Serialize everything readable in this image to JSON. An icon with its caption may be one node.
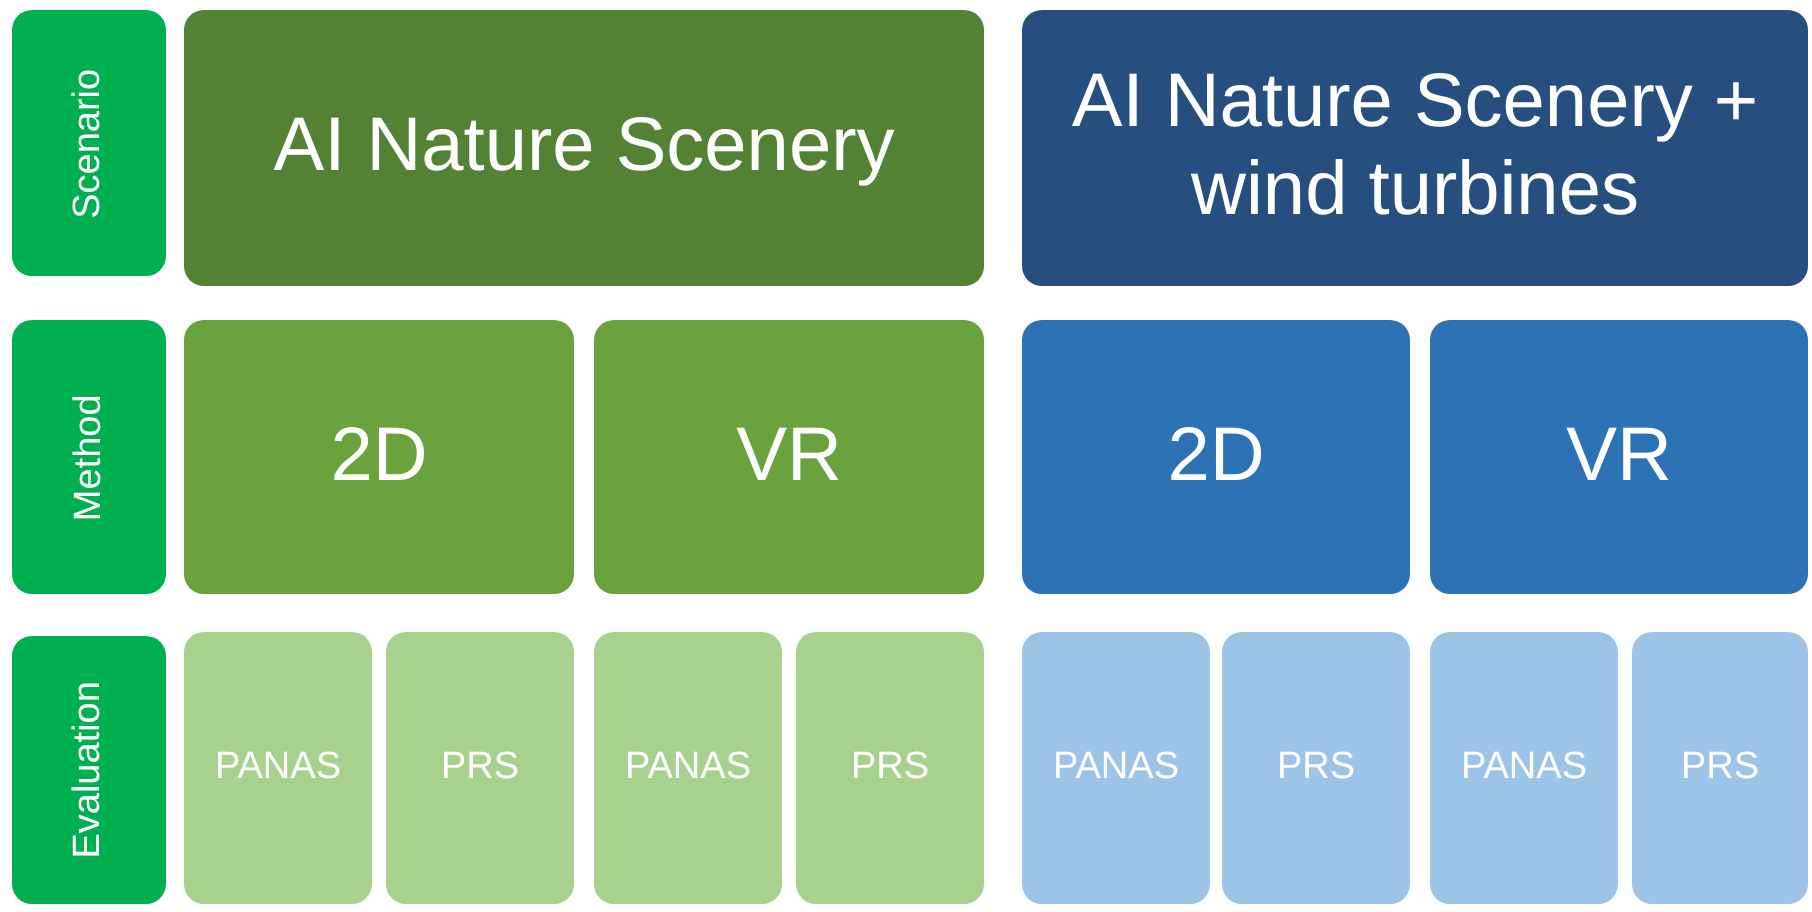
{
  "diagram": {
    "nodes": [
      {
        "text": [
          "Scenario"
        ]
      },
      {
        "text": [
          "AI Nature Scenery"
        ]
      },
      {
        "text": [
          "AI Nature Scenery + wind turbines"
        ]
      },
      {
        "text": [
          "Method"
        ]
      },
      {
        "text": [
          "2D"
        ]
      },
      {
        "text": [
          "VR"
        ]
      },
      {
        "text": [
          "2D"
        ]
      },
      {
        "text": [
          "VR"
        ]
      },
      {
        "text": [
          "Evaluation"
        ]
      },
      {
        "text": [
          "PANAS"
        ]
      },
      {
        "text": [
          "PRS"
        ]
      },
      {
        "text": [
          "PANAS"
        ]
      },
      {
        "text": [
          "PRS"
        ]
      },
      {
        "text": [
          "PANAS"
        ]
      },
      {
        "text": [
          "PRS"
        ]
      },
      {
        "text": [
          "PANAS"
        ]
      },
      {
        "text": [
          "PRS"
        ]
      }
    ]
  }
}
